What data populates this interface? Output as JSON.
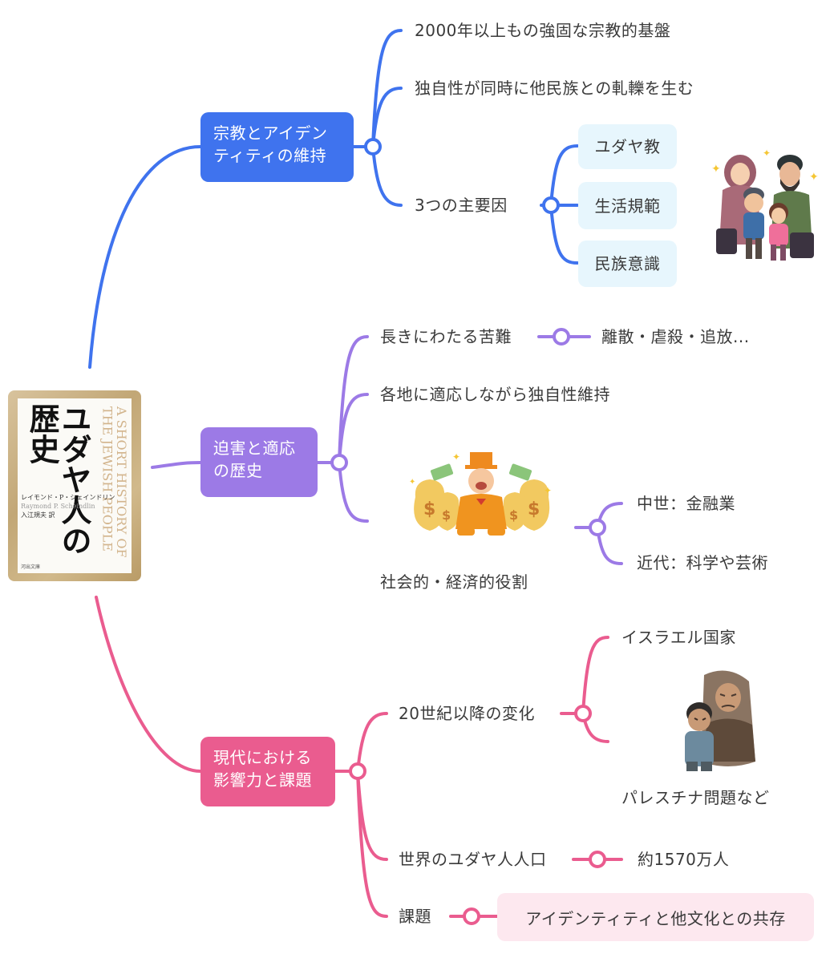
{
  "book": {
    "title": "ユダヤ人の歴史",
    "english_title": "A SHORT HISTORY OF THE JEWISH PEOPLE",
    "author": "レイモンド・P・シェインドリン",
    "author_roman": "Raymond P. Scheindlin",
    "translator": "入江規夫 訳",
    "publisher": "河出文庫"
  },
  "colors": {
    "blue": "#3f73ee",
    "purple": "#9c7ae6",
    "pink": "#ea5c8f",
    "chip_blue": "#e7f6fd",
    "chip_pink": "#fde8ef"
  },
  "branch1": {
    "label": "宗教とアイデンティティの維持",
    "items": {
      "a": "2000年以上もの強固な宗教的基盤",
      "b": "独自性が同時に他民族との軋轢を生む",
      "c": "3つの主要因"
    },
    "factors": [
      "ユダヤ教",
      "生活規範",
      "民族意識"
    ],
    "image_icon": "family-with-luggage-illustration"
  },
  "branch2": {
    "label": "迫害と適応の歴史",
    "items": {
      "a": "長きにわたる苦難",
      "a_detail": "離散・虐殺・追放...",
      "b": "各地に適応しながら独自性維持",
      "c": "社会的・経済的役割"
    },
    "roles": [
      "中世：金融業",
      "近代：科学や芸術"
    ],
    "image_icon": "rich-man-with-money-bags-illustration"
  },
  "branch3": {
    "label": "現代における影響力と課題",
    "items": {
      "a": "20世紀以降の変化",
      "b": "世界のユダヤ人人口",
      "b_detail": "約1570万人",
      "c": "課題",
      "c_detail": "アイデンティティと他文化との共存"
    },
    "changes": [
      "イスラエル国家",
      "パレスチナ問題など"
    ],
    "image_icon": "refugee-mother-and-child-illustration"
  }
}
